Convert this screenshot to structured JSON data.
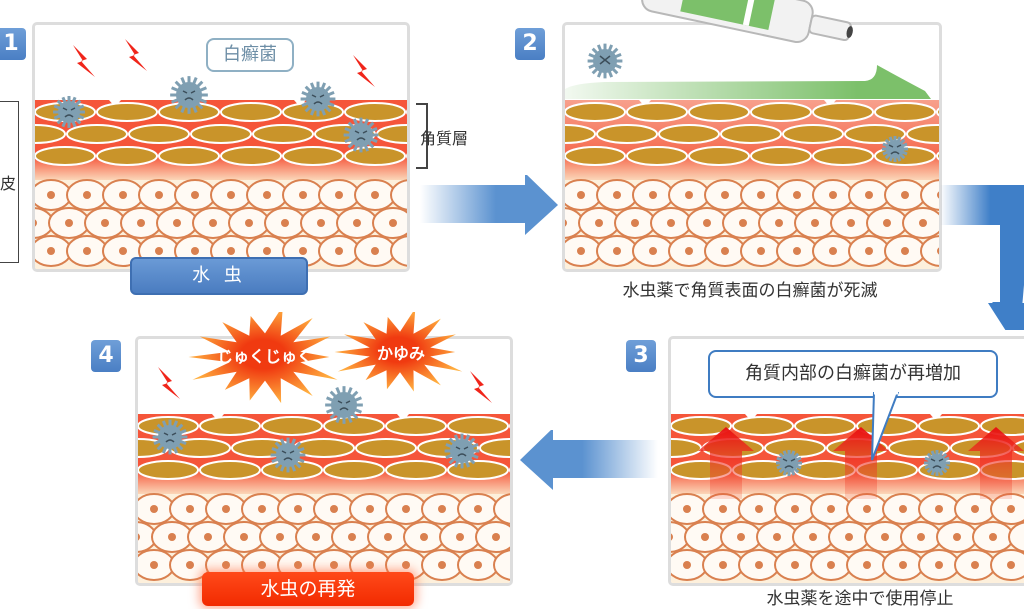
{
  "diagram": {
    "top_cut_text": "",
    "steps": [
      {
        "number": "1",
        "bubble": "白癬菌",
        "side_label_skin": "皮",
        "side_label_stratum": "角質層",
        "label": "水 虫"
      },
      {
        "number": "2",
        "caption": "水虫薬で角質表面の白癬菌が死滅"
      },
      {
        "number": "3",
        "bubble": "角質内部の白癬菌が再増加",
        "caption": "水虫薬を途中で使用停止"
      },
      {
        "number": "4",
        "burst_left": "じゅくじゅく",
        "burst_right": "かゆみ",
        "label": "水虫の再発"
      }
    ],
    "arrows": [
      "right",
      "down",
      "left"
    ],
    "colors": {
      "step_badge": "#4a7fc4",
      "stratum_red": "#f5553a",
      "keratin_cell": "#c9942a",
      "cell_outline": "#d9804f",
      "fungus": "#7f9fb2",
      "ointment": "#7cc06a",
      "relapse_red": "#f22a00"
    }
  }
}
